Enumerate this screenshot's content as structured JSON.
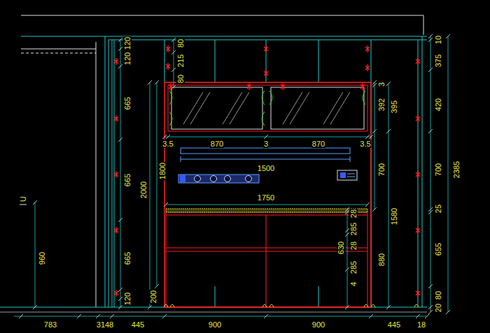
{
  "diagram": {
    "labels": [
      "10",
      "375",
      "420",
      "700",
      "25",
      "655",
      "80",
      "20",
      "2385",
      "120",
      "120",
      "665",
      "665",
      "665",
      "120",
      "2000",
      "1800",
      "200",
      "80",
      "215",
      "80",
      "3",
      "392",
      "395",
      "3.5",
      "870",
      "3",
      "870",
      "3.5",
      "700",
      "1500",
      "1750",
      "1580",
      "28",
      "285",
      "28",
      "630",
      "285",
      "4",
      "880",
      "960",
      "U",
      "783",
      "3148",
      "445",
      "900",
      "900",
      "445",
      "18"
    ]
  }
}
